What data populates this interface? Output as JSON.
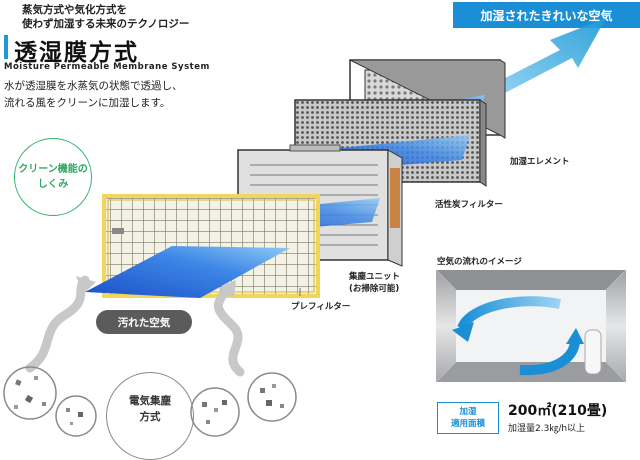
{
  "header": {
    "sub_line1": "蒸気方式や気化方式を",
    "sub_line2": "使わず加湿する未来のテクノロジー",
    "title": "透湿膜方式",
    "title_en": "Moisture Permeable Membrane System",
    "desc_line1": "水が透湿膜を水蒸気の状態で透過し、",
    "desc_line2": "流れる風をクリーンに加湿します。"
  },
  "badges": {
    "clean_air": "加湿されたきれいな空気",
    "dirty_air": "汚れた空気",
    "mechanism_line1": "クリーン機能の",
    "mechanism_line2": "しくみ",
    "electric_line1": "電気集塵",
    "electric_line2": "方式"
  },
  "labels": {
    "humid_element": "加湿エレメント",
    "carbon_filter": "活性炭フィルター",
    "dust_unit_line1": "集塵ユニット",
    "dust_unit_line2": "(お掃除可能)",
    "pre_filter": "プレフィルター"
  },
  "flow": {
    "title": "空気の流れのイメージ"
  },
  "area": {
    "badge_line1": "加湿",
    "badge_line2": "適用面積",
    "value": "200㎡(210畳)",
    "sub": "加湿量2.3㎏/h以上"
  },
  "colors": {
    "accent_blue": "#1a8fd6",
    "green": "#32b36b",
    "frame_yellow": "#f1d65a"
  }
}
